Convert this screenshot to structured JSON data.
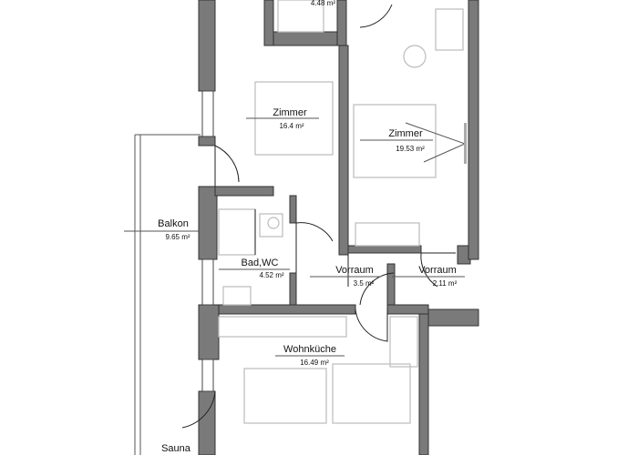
{
  "rooms": [
    {
      "name": "",
      "area": "4.48 m²"
    },
    {
      "name": "Zimmer",
      "area": "16.4 m²"
    },
    {
      "name": "Zimmer",
      "area": "19.53 m²"
    },
    {
      "name": "Balkon",
      "area": "9.65 m²"
    },
    {
      "name": "Bad,WC",
      "area": "4.52 m²"
    },
    {
      "name": "Vorraum",
      "area": "3.5 m²"
    },
    {
      "name": "Vorraum",
      "area": "2.11 m²"
    },
    {
      "name": "Wohnküche",
      "area": "16.49 m²"
    },
    {
      "name": "Sauna",
      "area": ""
    }
  ]
}
